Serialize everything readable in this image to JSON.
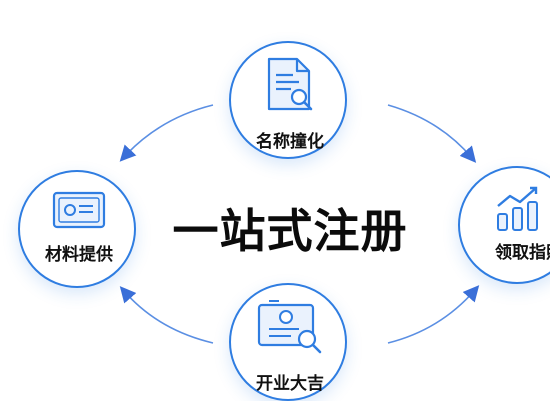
{
  "center_title": "一站式注册",
  "nodes": {
    "top": {
      "label": "名称撞化",
      "icon": "document-search-icon"
    },
    "left": {
      "label": "材料提供",
      "icon": "certificate-icon"
    },
    "right": {
      "label": "领取指照",
      "icon": "bar-chart-growth-icon"
    },
    "bottom": {
      "label": "开业大吉",
      "icon": "certificate-search-icon"
    }
  },
  "colors": {
    "accent": "#2f7de1",
    "arrow": "#3a6fd8",
    "text": "#111111"
  }
}
